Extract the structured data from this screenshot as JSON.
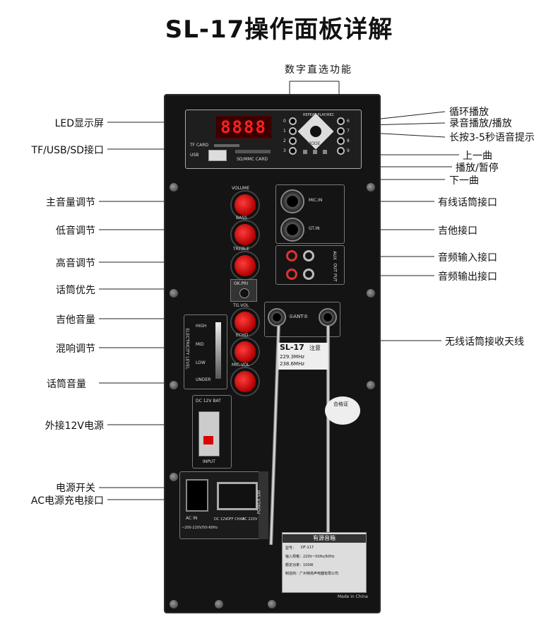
{
  "title": "SL-17操作面板详解",
  "labels_left": {
    "led": "LED显示屏",
    "tf_usb_sd": "TF/USB/SD接口",
    "volume": "主音量调节",
    "bass": "低音调节",
    "treble": "高音调节",
    "mic_priority": "话筒优先",
    "guitar_volume": "吉他音量",
    "echo": "混响调节",
    "mic_volume": "话筒音量",
    "external_12v": "外接12V电源",
    "power_switch": "电源开关",
    "ac_charge": "AC电源充电接口"
  },
  "labels_top": {
    "digit_select": "数字直选功能"
  },
  "labels_right": {
    "loop": "循环播放",
    "record": "录音播放/播放",
    "voice_prompt": "长按3-5秒语音提示",
    "prev": "上一曲",
    "play_pause": "播放/暂停",
    "next": "下一曲",
    "wired_mic": "有线话筒接口",
    "guitar_input": "吉他接口",
    "audio_in": "音频输入接口",
    "audio_out": "音频输出接口",
    "antenna": "无线话筒接收天线"
  },
  "panel": {
    "led_digits": "8888",
    "tf_card": "TF CARD",
    "usb": "USB",
    "sd_card": "SD/MMC CARD",
    "repeat_play": "REPEAT PLAY/REC",
    "mode": "MODE",
    "volume": "VOLUME",
    "bass": "BASS",
    "treble": "TREBLE",
    "ok_pri": "OK.PRI",
    "tg_vol": "TG.VOL",
    "echo": "ECHO",
    "mic_vol": "MIC.VOL",
    "electricity_level": "ELECTRICITY LEVEL",
    "high": "HIGH",
    "mid": "MID",
    "low": "LOW",
    "under": "UNDER",
    "dc12v_bat": "DC 12V BAT",
    "input": "INPUT",
    "mic_in": "MIC.IN",
    "gt_in": "GT.IN",
    "aux": "AUX",
    "output": "OUT PUT",
    "ant": "①ANT②",
    "model_big": "SL-17",
    "freq1": "229.3MHz",
    "freq2": "238.6MHz",
    "notice": "注意",
    "cert": "合格证",
    "ac_in": "AC IN",
    "ac_spec": "~200-220V/50-60Hz",
    "power_sw": "POWER SW",
    "dc12v": "DC 12V",
    "off_char": "OFF CHAR",
    "ac220v": "AC 220V",
    "nameplate_title": "有源音箱",
    "model_label": "型号：",
    "model_value": "DF-117",
    "input_spec": "输入规格：220V~50Hz/60Hz",
    "power_rating": "额定功率：100W",
    "maker": "制造商：广州特高声电器有限公司",
    "made_in": "Made in China",
    "digits": [
      "0",
      "1",
      "2",
      "3"
    ],
    "digits_right": [
      "6",
      "7",
      "8",
      "9"
    ]
  }
}
